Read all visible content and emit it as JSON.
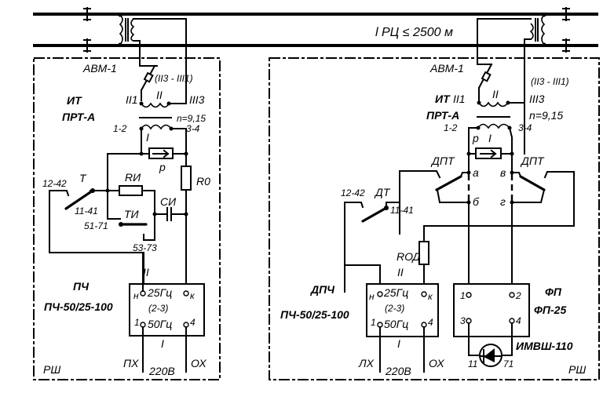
{
  "figure": {
    "track_length": "l РЦ ≤ 2500 м",
    "left_panel": {
      "protector": "АВМ-1",
      "protector_terms": "(II3 - III1)",
      "transformer_name": "ИТ",
      "transformer_type": "ПРТ-А",
      "winding_II": "II",
      "winding_I": "I",
      "term_II1": "II1",
      "term_III3": "III3",
      "ratio": "n=9,15",
      "term_12": "1-2",
      "term_34": "3-4",
      "rheostat": "p",
      "resistor_Ri": "RИ",
      "resistor_Ro": "R0",
      "capacitor": "CИ",
      "relay_T": "T",
      "relay_TI": "ТИ",
      "contact_12_42": "12-42",
      "contact_11_41": "11-41",
      "contact_51_71": "51-71",
      "contact_53_73": "53-73",
      "converter_name": "ПЧ",
      "converter_type": "ПЧ-50/25-100",
      "conv_top_winding": "II",
      "conv_bottom_winding": "I",
      "conv_n": "н",
      "conv_k": "к",
      "conv_1": "1",
      "conv_4": "4",
      "conv_25": "25Гц",
      "conv_23": "(2-3)",
      "conv_50": "50Гц",
      "supply_px": "ПХ",
      "supply_v": "220В",
      "supply_ox": "ОХ",
      "cabinet": "РШ"
    },
    "right_panel": {
      "protector": "АВМ-1",
      "protector_terms": "(II3 - III1)",
      "transformer_name": "ИТ",
      "transformer_type": "ПРТ-А",
      "winding_II": "II",
      "winding_I": "I",
      "term_II1": "II1",
      "term_III3": "III3",
      "ratio": "n=9,15",
      "term_12": "1-2",
      "term_34": "3-4",
      "rheostat": "p",
      "relay_DPT_left": "ДПТ",
      "relay_DPT_right": "ДПТ",
      "point_a": "а",
      "point_b": "б",
      "point_v": "в",
      "point_g": "г",
      "relay_DT": "ДТ",
      "contact_12_42": "12-42",
      "contact_11_41": "11-41",
      "resistor_Rod": "RОД",
      "converter_name": "ДПЧ",
      "converter_type": "ПЧ-50/25-100",
      "conv_top_winding": "II",
      "conv_bottom_winding": "I",
      "conv_n": "н",
      "conv_k": "к",
      "conv_1": "1",
      "conv_4": "4",
      "conv_25": "25Гц",
      "conv_23": "(2-3)",
      "conv_50": "50Гц",
      "supply_px": "ЛХ",
      "supply_v": "220В",
      "supply_ox": "ОХ",
      "filter_name": "ФП",
      "filter_type": "ФП-25",
      "filter_1": "1",
      "filter_2": "2",
      "filter_3": "3",
      "filter_4": "4",
      "relay_name": "ИМВШ-110",
      "relay_11": "11",
      "relay_71": "71",
      "cabinet": "РШ"
    }
  }
}
